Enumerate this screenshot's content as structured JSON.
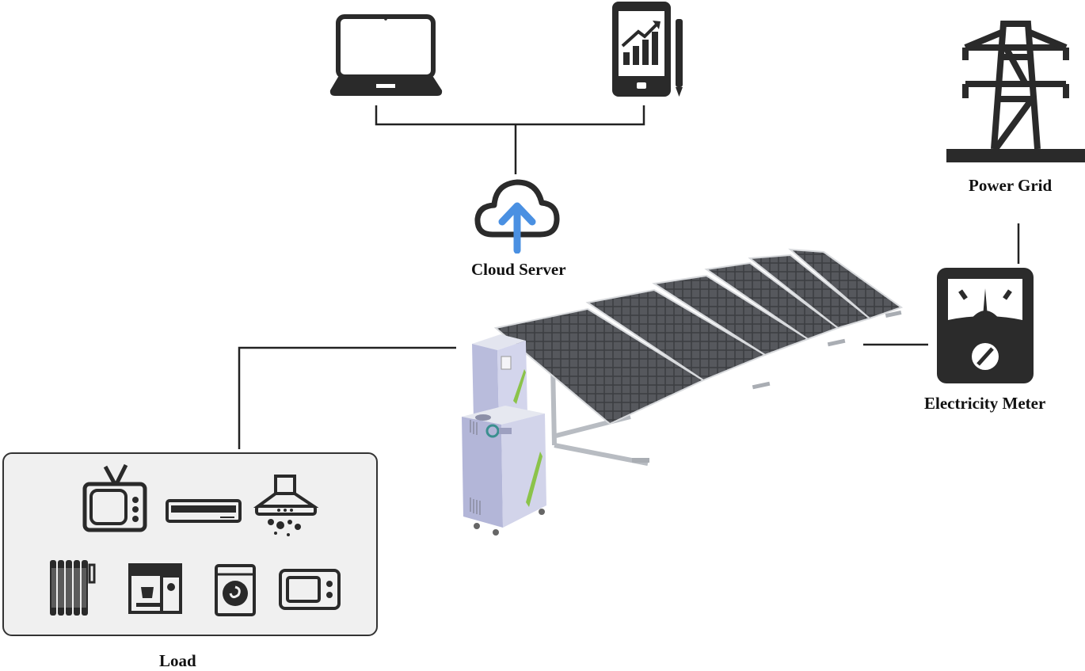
{
  "labels": {
    "cloud_server": "Cloud Server",
    "power_grid": "Power Grid",
    "electricity_meter": "Electricity Meter",
    "load": "Load"
  },
  "colors": {
    "line": "#222222",
    "cloud_arrow": "#4a90e2",
    "inverter_body": "#c9cbe8",
    "panel_cell": "#3a3c40",
    "meter_bg": "#2b2b2b"
  },
  "icons": {
    "laptop": "laptop-icon",
    "phone": "phone-chart-icon",
    "cloud": "cloud-upload-icon",
    "tower": "power-tower-icon",
    "meter": "meter-icon",
    "loads": [
      "tv-icon",
      "air-conditioner-icon",
      "range-hood-icon",
      "oil-heater-icon",
      "coffee-machine-icon",
      "washing-machine-icon",
      "microwave-icon"
    ]
  }
}
